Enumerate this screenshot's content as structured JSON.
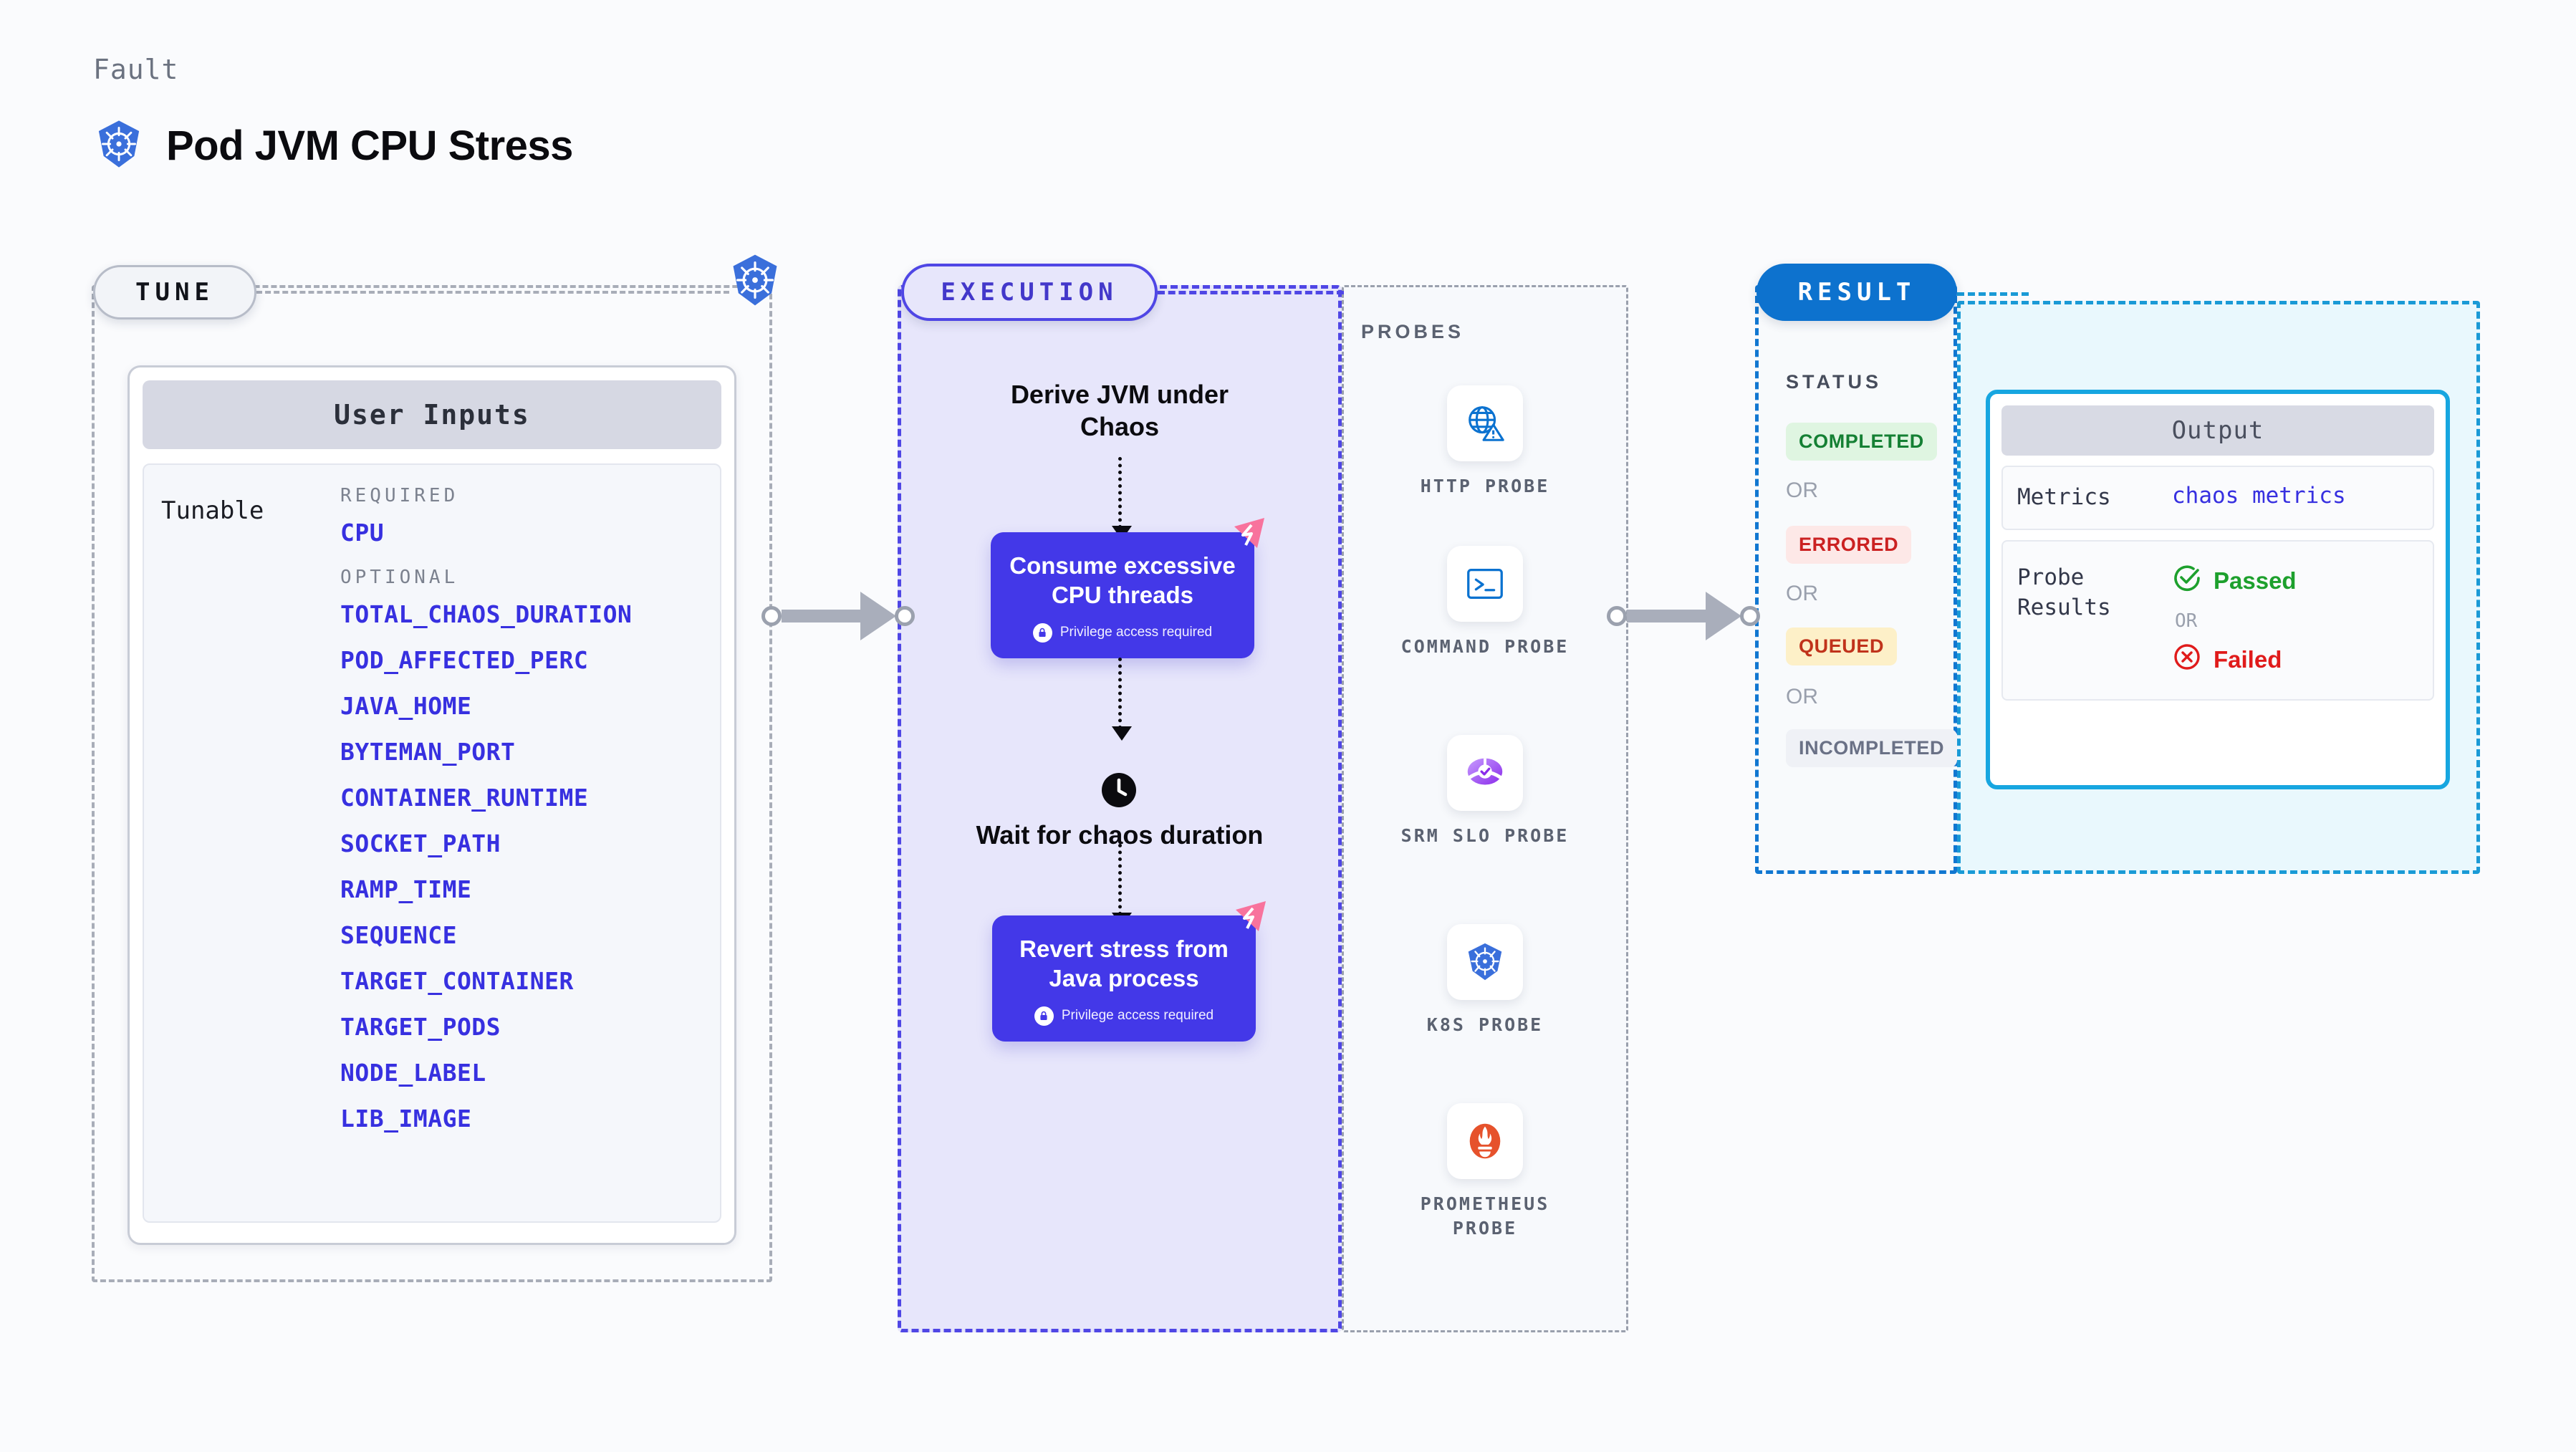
{
  "header": {
    "eyebrow": "Fault",
    "title": "Pod JVM CPU Stress",
    "icon": "kubernetes-icon"
  },
  "tune": {
    "pill_label": "TUNE",
    "icon": "kubernetes-icon",
    "card_title": "User Inputs",
    "row_label": "Tunable",
    "required_label": "REQUIRED",
    "optional_label": "OPTIONAL",
    "required": [
      "CPU"
    ],
    "optional": [
      "TOTAL_CHAOS_DURATION",
      "POD_AFFECTED_PERC",
      "JAVA_HOME",
      "BYTEMAN_PORT",
      "CONTAINER_RUNTIME",
      "SOCKET_PATH",
      "RAMP_TIME",
      "SEQUENCE",
      "TARGET_CONTAINER",
      "TARGET_PODS",
      "NODE_LABEL",
      "LIB_IMAGE"
    ]
  },
  "execution": {
    "pill_label": "EXECUTION",
    "step_start": "Derive JVM under Chaos",
    "step_chaos": "Consume excessive CPU threads",
    "step_chaos_note": "Privilege access required",
    "wait_label": "Wait for chaos duration",
    "wait_icon": "clock-icon",
    "step_revert": "Revert stress from Java process",
    "step_revert_note": "Privilege access required",
    "badge_icon": "harness-badge-icon",
    "lock_icon": "lock-icon"
  },
  "probes": {
    "section_label": "PROBES",
    "items": [
      {
        "name": "HTTP PROBE",
        "icon": "globe-warning-icon"
      },
      {
        "name": "COMMAND PROBE",
        "icon": "terminal-icon"
      },
      {
        "name": "SRM SLO PROBE",
        "icon": "srm-slo-icon"
      },
      {
        "name": "K8S PROBE",
        "icon": "kubernetes-icon"
      },
      {
        "name": "PROMETHEUS PROBE",
        "icon": "prometheus-icon"
      }
    ]
  },
  "result": {
    "pill_label": "RESULT",
    "status_label": "STATUS",
    "or_label": "OR",
    "statuses": [
      {
        "label": "COMPLETED",
        "bg": "#dff5e1",
        "fg": "#158034"
      },
      {
        "label": "ERRORED",
        "bg": "#fde8e7",
        "fg": "#cb2121"
      },
      {
        "label": "QUEUED",
        "bg": "#fdf0c8",
        "fg": "#c0331b"
      },
      {
        "label": "INCOMPLETED",
        "bg": "#eff1f6",
        "fg": "#6a7186"
      }
    ],
    "output": {
      "title": "Output",
      "metrics_key": "Metrics",
      "metrics_value": "chaos metrics",
      "probe_results_key": "Probe Results",
      "passed_label": "Passed",
      "failed_label": "Failed",
      "or_label": "OR",
      "passed_icon": "check-circle-icon",
      "failed_icon": "x-circle-icon",
      "passed_color": "#1da02d",
      "failed_color": "#e01b1b"
    }
  },
  "colors": {
    "accent_purple": "#4338e8",
    "accent_blue": "#0d72ce",
    "link_blue": "#3730e0",
    "pink": "#f8739d"
  }
}
